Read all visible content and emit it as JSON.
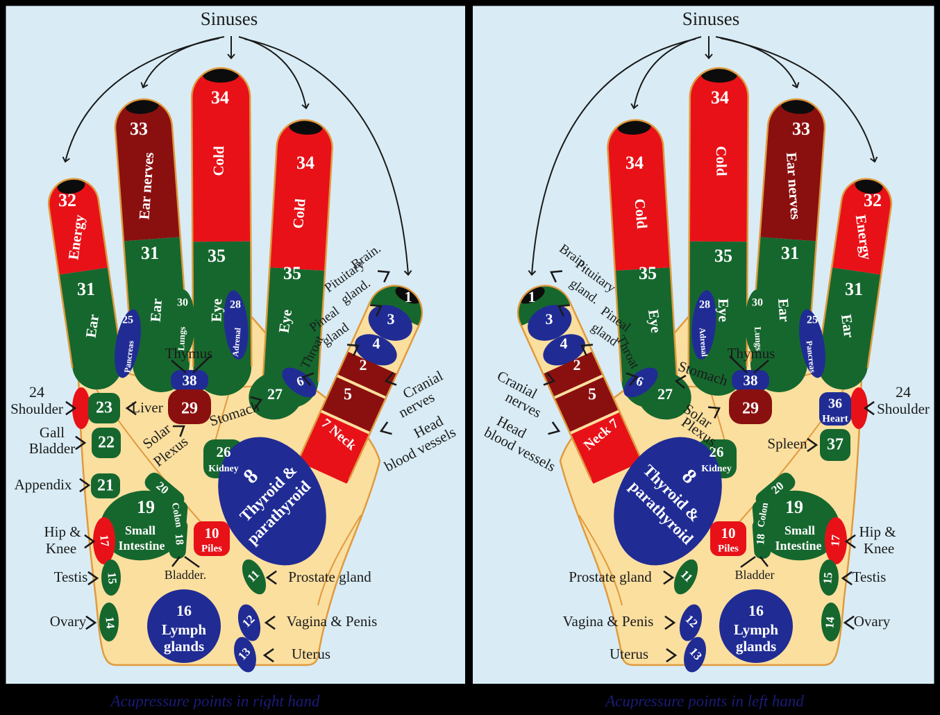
{
  "panel_titles": {
    "sinuses": "Sinuses"
  },
  "captions": {
    "right_hand": "Acupressure points in right hand",
    "left_hand": "Acupressure points in left hand"
  },
  "colors": {
    "red": "#e81118",
    "maroon": "#8a1010",
    "green": "#16672e",
    "blue": "#202c94",
    "hand": "#fbdf9f",
    "hand_outline": "#e09a3e",
    "background": "#d9ecf5",
    "ink": "#1a1a1a",
    "white": "#ffffff",
    "caption_text": "#1b1b78",
    "frame": "#000000",
    "nail": "#0c0c0c"
  },
  "fingers": {
    "pinky": {
      "tip_num": "32",
      "tip_label": "Energy",
      "base_num": "31",
      "base_label": "Ear"
    },
    "ring": {
      "tip_num": "33",
      "tip_label": "Ear nerves",
      "base_num": "31",
      "base_label": "Ear"
    },
    "middle": {
      "tip_num": "34",
      "tip_label": "Cold",
      "base_num": "35",
      "base_label": "Eye"
    },
    "index": {
      "tip_num": "34",
      "tip_label": "Cold",
      "base_num": "35",
      "base_label": "Eye"
    }
  },
  "thumb": {
    "n1": "1",
    "n3": "3",
    "n4": "4",
    "n2": "2",
    "n5": "5",
    "n6": "6",
    "neck_right_hand": "7 Neck",
    "neck_left_hand": "Neck 7"
  },
  "glands": {
    "pancreas": {
      "num": "25",
      "label": "Pancreas"
    },
    "lungs": {
      "num": "30",
      "label": "Lungs"
    },
    "adrenal": {
      "num": "28",
      "label": "Adrenal"
    }
  },
  "palm": {
    "thymus_num": "38",
    "n29": "29",
    "n27": "27",
    "kidney": {
      "num": "26",
      "label": "Kidney"
    },
    "thyroid": {
      "num": "8",
      "line1": "Thyroid &",
      "line2": "parathyroid"
    },
    "colon": {
      "num": "20",
      "label": "Colon"
    },
    "small_intestine": {
      "num": "19",
      "line1": "Small",
      "line2": "Intestine"
    },
    "n18": "18",
    "piles": {
      "num": "10",
      "label": "Piles"
    },
    "n17": "17",
    "n15": "15",
    "n14": "14",
    "n11": "11",
    "n12": "12",
    "n13": "13",
    "lymph": {
      "num": "16",
      "line1": "Lymph",
      "line2": "glands"
    },
    "n23": "23",
    "n22": "22",
    "n21": "21",
    "heart": {
      "num": "36",
      "label": "Heart"
    },
    "n37": "37"
  },
  "labels": {
    "brain": "Brain.",
    "pituitary": [
      "Pituitary",
      "gland."
    ],
    "pineal": [
      "Pineal",
      "gland"
    ],
    "throat": "Throat",
    "cranial": [
      "Cranial",
      "nerves"
    ],
    "head_vessels": [
      "Head",
      "blood vessels"
    ],
    "thymus": "Thymus",
    "liver": "Liver",
    "solar_right_hand": [
      "Solar",
      "Plexus"
    ],
    "solar_left_hand": [
      "Solar",
      "Plexus."
    ],
    "stomach": "Stomach",
    "shoulder": [
      "24",
      "Shoulder"
    ],
    "gall_bladder": [
      "Gall",
      "Bladder"
    ],
    "appendix": "Appendix",
    "hip_knee": [
      "Hip &",
      "Knee"
    ],
    "testis": "Testis",
    "ovary": "Ovary",
    "bladder_right_hand": "Bladder.",
    "bladder_left_hand": "Bladder",
    "prostate": "Prostate gland",
    "vagina": "Vagina & Penis",
    "uterus": "Uterus",
    "spleen": "Spleen"
  }
}
